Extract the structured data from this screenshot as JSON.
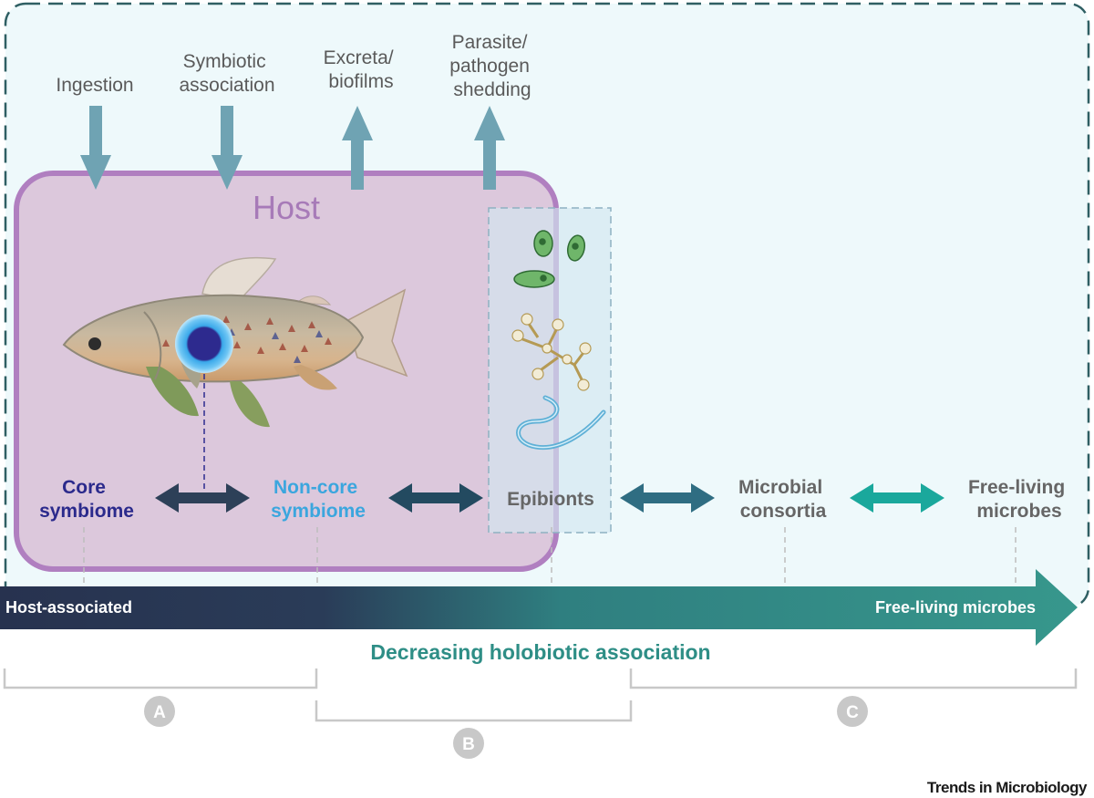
{
  "flows": [
    {
      "label_lines": [
        "Ingestion"
      ],
      "direction": "in"
    },
    {
      "label_lines": [
        "Symbiotic",
        "association"
      ],
      "direction": "in"
    },
    {
      "label_lines": [
        "Excreta/",
        "biofilms"
      ],
      "direction": "out"
    },
    {
      "label_lines": [
        "Parasite/",
        "pathogen",
        "shedding"
      ],
      "direction": "out"
    }
  ],
  "host_label": "Host",
  "categories": [
    {
      "lines": [
        "Core",
        "symbiome"
      ],
      "color": "#2b2a8c"
    },
    {
      "lines": [
        "Non-core",
        "symbiome"
      ],
      "color": "#3ba6de"
    },
    {
      "lines": [
        "Epibionts"
      ],
      "color": "#666666"
    },
    {
      "lines": [
        "Microbial",
        "consortia"
      ],
      "color": "#666666"
    },
    {
      "lines": [
        "Free-living",
        "microbes"
      ],
      "color": "#666666"
    }
  ],
  "gradient_arrow": {
    "left_label": "Host-associated",
    "right_label": "Free-living microbes",
    "caption": "Decreasing holobiotic association"
  },
  "groups": [
    {
      "letter": "A"
    },
    {
      "letter": "B"
    },
    {
      "letter": "C"
    }
  ],
  "colors": {
    "host_fill": "#dcc8dc",
    "host_border": "#b07fc0",
    "host_text": "#a77ab8",
    "outer_fill": "#eef9fb",
    "outer_border": "#2f5f63",
    "flow_arrow": "#6fa3b3",
    "arrow_dark": "#2d4058",
    "arrow_teal": "#2f6d82",
    "arrow_light_teal": "#1aa89c",
    "caption": "#2e8e86",
    "group_gray": "#c8c8c8"
  },
  "credit": "Trends in Microbiology"
}
